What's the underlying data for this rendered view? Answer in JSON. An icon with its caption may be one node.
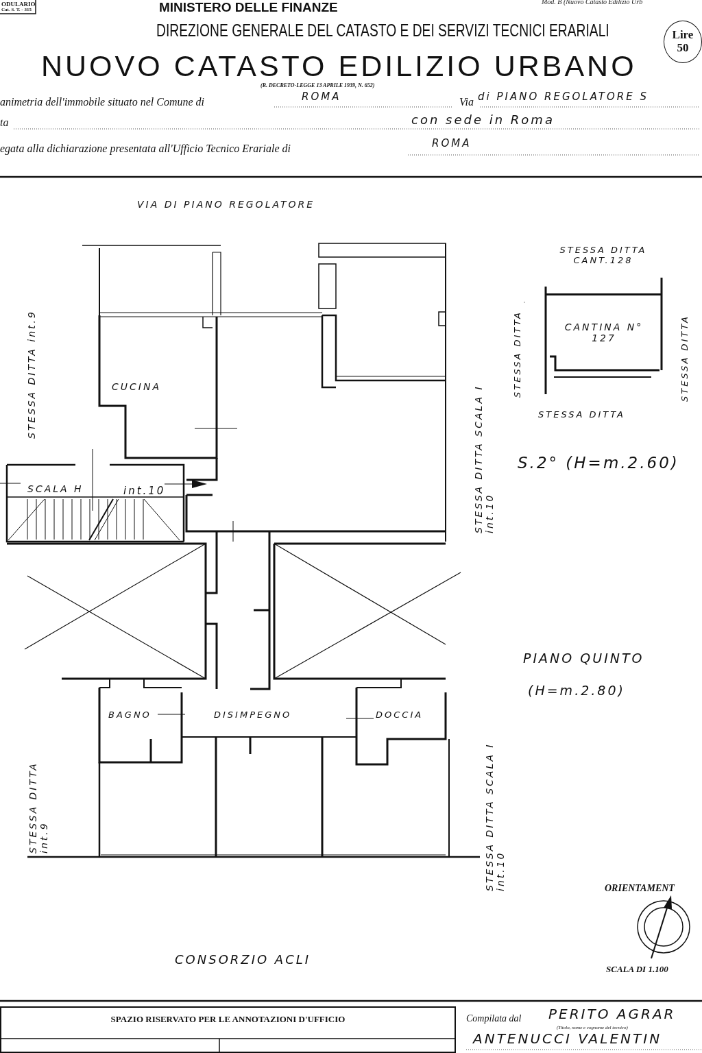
{
  "diagram": {
    "title": "NUOVO CATASTO EDILIZIO URBANO",
    "nodes": [
      {
        "text": [
          "Lire 50"
        ]
      },
      {
        "text": [
          "CANTINA N° 127"
        ]
      },
      {
        "text": [
          "SPAZIO RISERVATO PER LE ANNOTAZIONI D'UFFICIO"
        ]
      }
    ],
    "labels": [
      "ODULARIO",
      "Cat. S. T. - 315",
      "MINISTERO DELLE FINANZE",
      "Mod. B (Nuovo Catasto Edilizio Urb",
      "DIREZIONE GENERALE DEL CATASTO E DEI SERVIZI TECNICI ERARIALI",
      "(R. DECRETO-LEGGE 13 APRILE 1939, N. 652)",
      "animetria dell'immobile situato nel Comune di",
      "ROMA",
      "Via",
      "di PIANO REGOLATORE S",
      "ta",
      "con sede in Roma",
      "egata alla dichiarazione presentata all'Ufficio Tecnico Erariale di",
      "ROMA",
      "VIA DI PIANO REGOLATORE",
      "STESSA DITTA int.9",
      "CUCINA",
      "SCALA H",
      "int.10",
      "STESSA DITTA SCALA I int.10",
      "STESSA DITTA CANT.128",
      "STESSA DITTA",
      "STESSA DITTA",
      "STESSA DITTA",
      "S.2° (H=m.2.60)",
      "PIANO QUINTO",
      "(H=m.2.80)",
      "BAGNO",
      "DISIMPEGNO",
      "DOCCIA",
      "STESSA DITTA int.9",
      "STESSA DITTA SCALA I int.10",
      "ORIENTAMENT",
      "CONSORZIO ACLI",
      "SCALA DI 1.100",
      "Compilata dal",
      "PERITO AGRAR",
      "(Titolo, nome e cognome del tecnico)",
      "ANTENUCCI VALENTIN"
    ]
  }
}
